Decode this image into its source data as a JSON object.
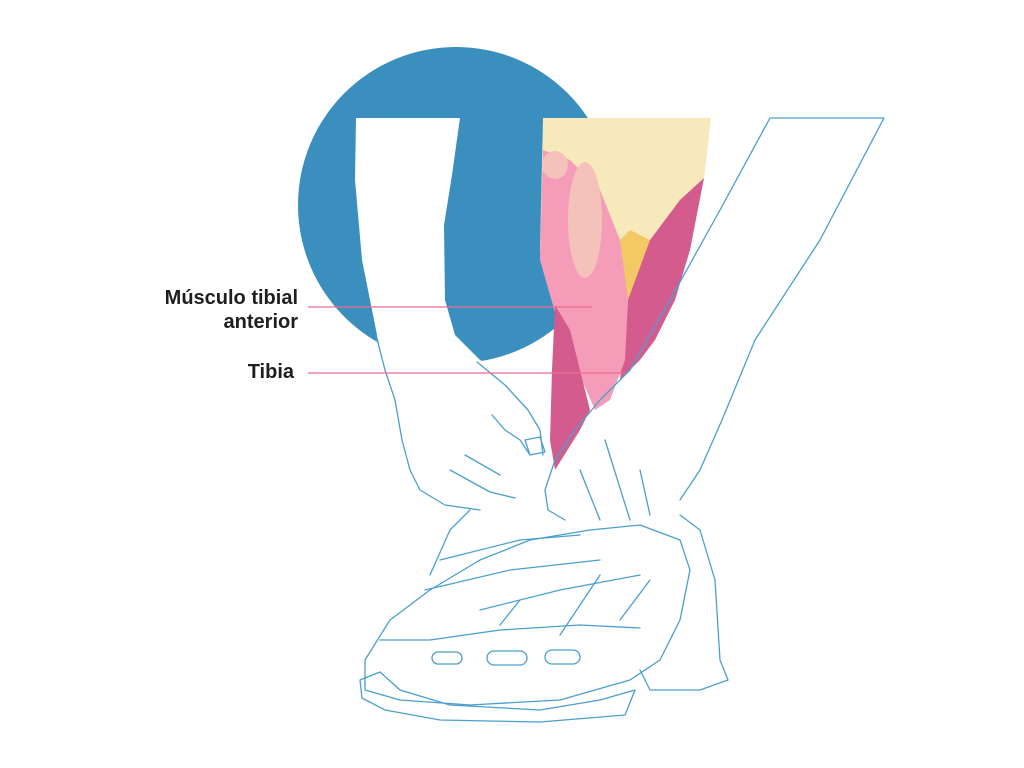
{
  "labels": {
    "muscle_line1": "Músculo tibial",
    "muscle_line2": "anterior",
    "bone": "Tibia"
  },
  "colors": {
    "circle": "#3a8fbe",
    "outline": "#4a9fd0",
    "leader_line": "#ec6c95",
    "skin": "#f7e9bb",
    "muscle_pink": "#f59cb8",
    "muscle_dark": "#d45b8e",
    "bone": "#f2c964",
    "tendon": "#f4c2bb"
  }
}
